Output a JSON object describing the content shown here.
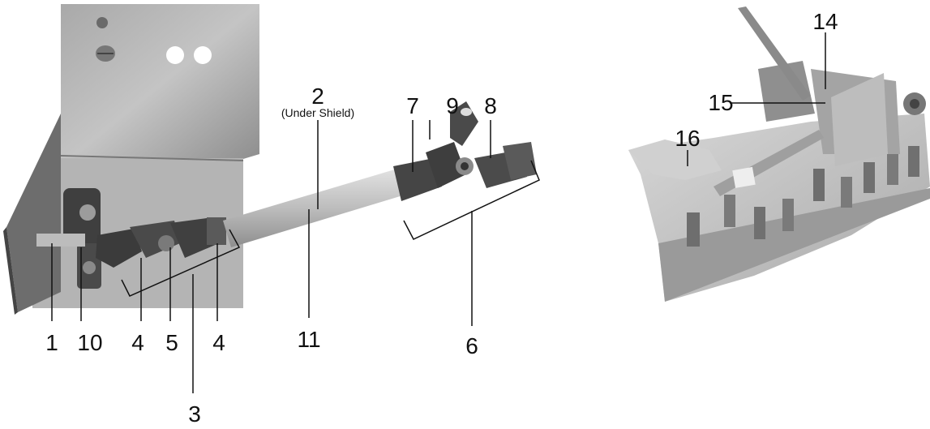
{
  "callouts": {
    "c1": "1",
    "c10": "10",
    "c4a": "4",
    "c5": "5",
    "c4b": "4",
    "c3": "3",
    "c11": "11",
    "c2": "2",
    "c2_note": "(Under Shield)",
    "c7": "7",
    "c9": "9",
    "c8": "8",
    "c6": "6",
    "c14": "14",
    "c15": "15",
    "c16": "16"
  },
  "colors": {
    "photo_light": "#cfcfcf",
    "photo_mid": "#9a9a9a",
    "photo_dark": "#505050",
    "ink": "#111111"
  }
}
